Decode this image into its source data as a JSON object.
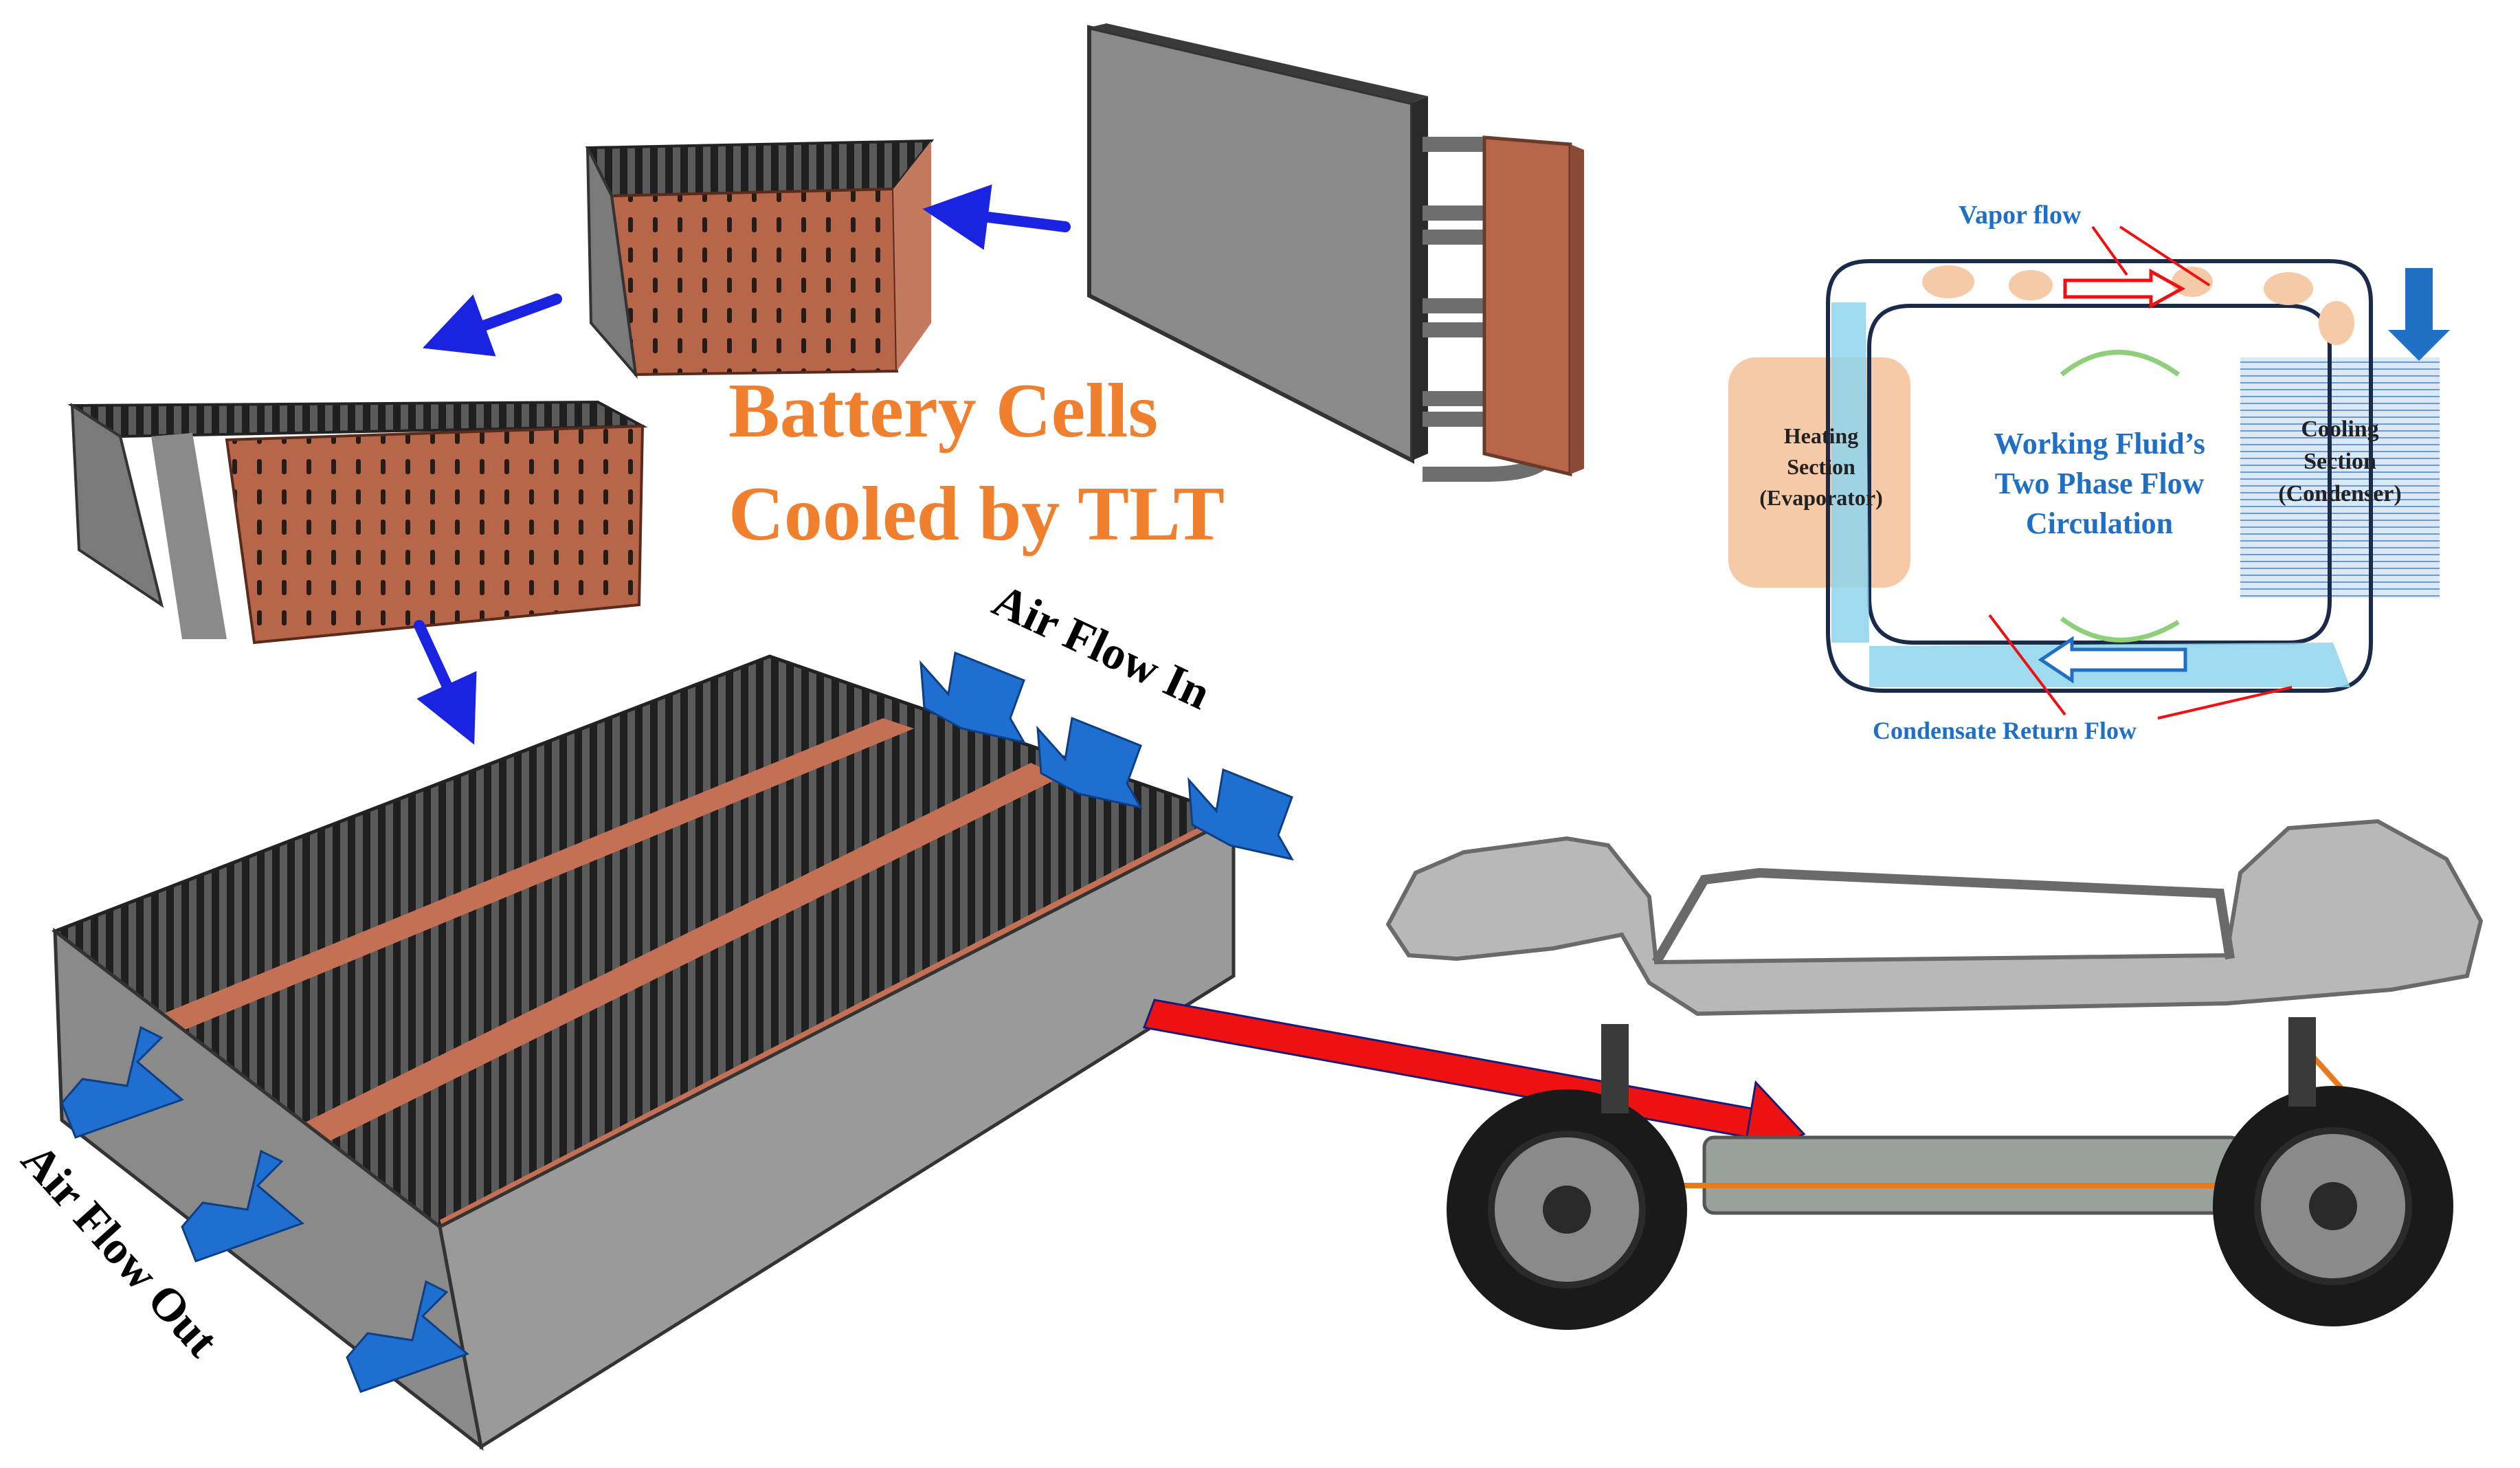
{
  "title": {
    "line1": "Battery Cells",
    "line2": "Cooled by TLT"
  },
  "airflow": {
    "in": "Air Flow In",
    "out": "Air Flow Out"
  },
  "loop": {
    "vapor": "Vapor flow",
    "heating_line1": "Heating",
    "heating_line2": "Section",
    "heating_line3": "(Evaporator)",
    "working_line1": "Working Fluid’s",
    "working_line2": "Two Phase Flow",
    "working_line3": "Circulation",
    "cooling_line1": "Cooling",
    "cooling_line2": "Section",
    "cooling_line3": "(Condenser)",
    "condensate": "Condensate Return Flow"
  },
  "colors": {
    "title": "#f07f2e",
    "loop_text": "#1f6fc5",
    "arrow_blue": "#1a24e0",
    "airflow_blue": "#1e6fd0",
    "red_arrow": "#ee1111",
    "copper": "#b8664a",
    "heating_fill": "#f6c9a7",
    "cooling_fill": "#c7dcef",
    "wick": "#8fd3ec",
    "panel_gray": "#7d7d7d"
  }
}
